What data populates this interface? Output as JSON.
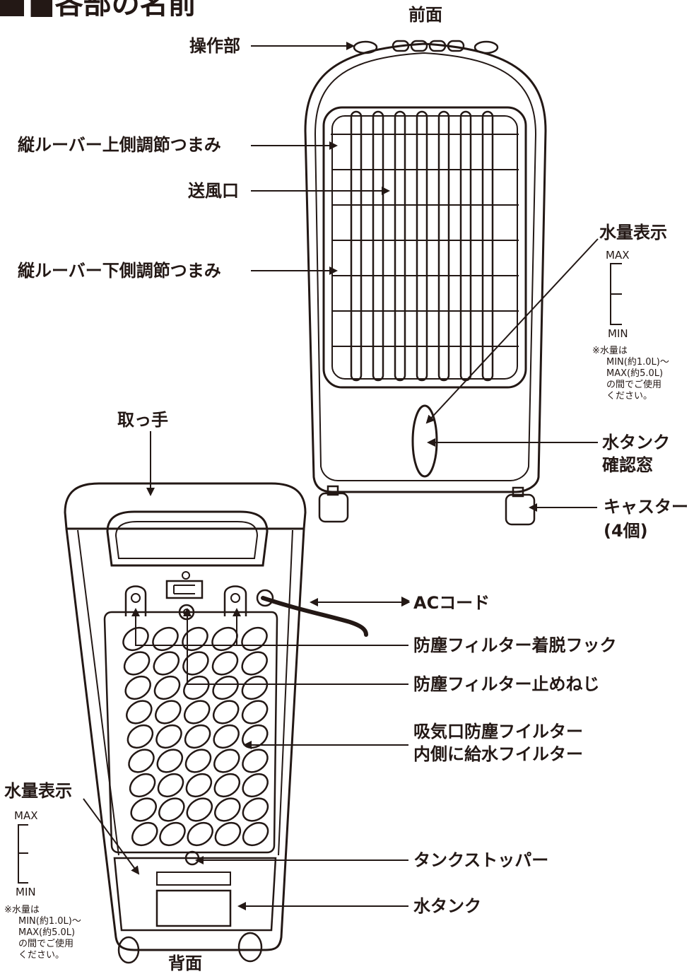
{
  "heading": "■各部の名前",
  "views": {
    "front": "前面",
    "back": "背面"
  },
  "front_labels": {
    "controls": "操作部",
    "louver_upper": "縦ルーバー上側調節つまみ",
    "outlet": "送風口",
    "louver_lower": "縦ルーバー下側調節つまみ",
    "water_level": "水量表示",
    "tank_window_1": "水タンク",
    "tank_window_2": "確認窓",
    "casters_1": "キャスター",
    "casters_2": "(4個)"
  },
  "back_labels": {
    "handle": "取っ手",
    "ac_cord": "ACコード",
    "filter_hook": "防塵フィルター着脱フック",
    "filter_screw": "防塵フィルター止めねじ",
    "intake_1": "吸気口防塵フイルター",
    "intake_2": "内側に給水フイルター",
    "water_level": "水量表示",
    "tank_stopper": "タンクストッパー",
    "tank": "水タンク"
  },
  "level_gauge": {
    "max": "MAX",
    "min": "MIN"
  },
  "water_note": [
    "※水量は",
    "MIN(約1.0L)～",
    "MAX(約5.0L)",
    "の間でご使用",
    "ください。"
  ]
}
